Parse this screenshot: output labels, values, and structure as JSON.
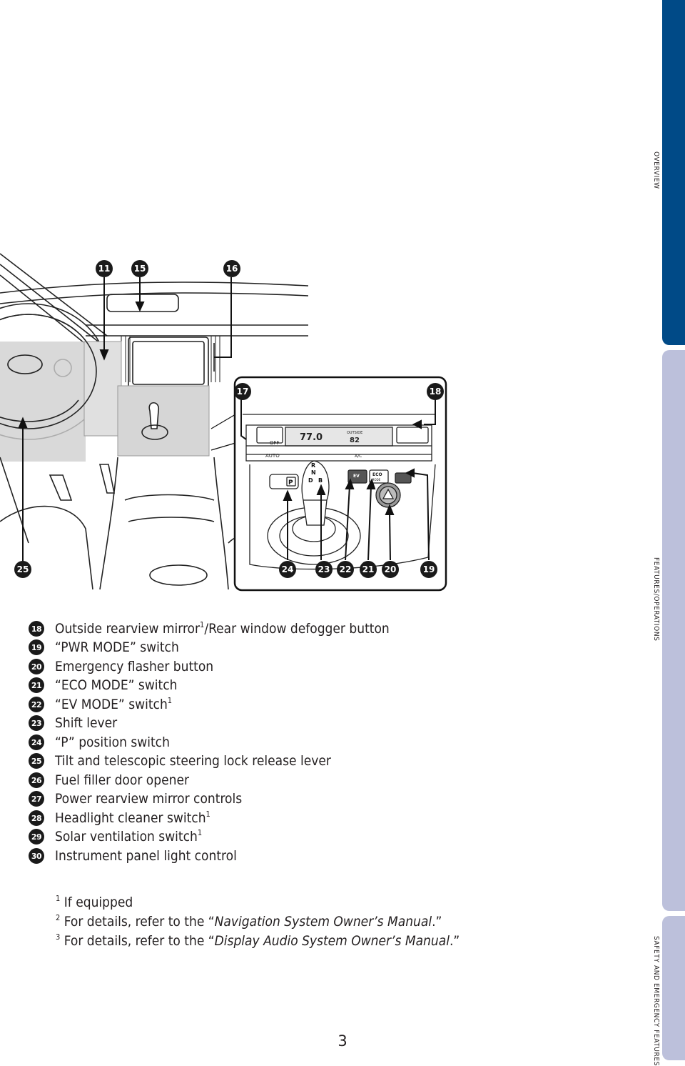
{
  "side_tabs": {
    "overview": "OVERVIEW",
    "features": "FEATURES/OPERATIONS",
    "safety": "SAFETY AND EMERGENCY FEATURES"
  },
  "callouts": {
    "top": [
      "11",
      "15",
      "16"
    ],
    "inset_top": [
      "17",
      "18"
    ],
    "bottom_left": "25",
    "inset_bottom": [
      "24",
      "23",
      "22",
      "21",
      "20",
      "19"
    ]
  },
  "illustration_text": {
    "off": "OFF",
    "auto": "AUTO",
    "ac": "A/C",
    "temp": "77.0",
    "outside": "OUTSIDE",
    "outside_temp": "82",
    "ev": "EV",
    "mode": "MODE",
    "eco": "ECO",
    "p": "P",
    "gear_r": "R",
    "gear_n": "N",
    "gear_d": "D",
    "gear_b": "B"
  },
  "items": [
    {
      "num": "18",
      "text": "Outside rearview mirror",
      "sup": "1",
      "rest": "/Rear window defogger button"
    },
    {
      "num": "19",
      "text": "“PWR MODE” switch"
    },
    {
      "num": "20",
      "text": "Emergency flasher button"
    },
    {
      "num": "21",
      "text": "“ECO MODE” switch"
    },
    {
      "num": "22",
      "text": "“EV MODE” switch",
      "sup": "1"
    },
    {
      "num": "23",
      "text": "Shift lever"
    },
    {
      "num": "24",
      "text": "“P” position switch"
    },
    {
      "num": "25",
      "text": "Tilt and telescopic steering lock release lever"
    },
    {
      "num": "26",
      "text": "Fuel filler door opener"
    },
    {
      "num": "27",
      "text": "Power rearview mirror controls"
    },
    {
      "num": "28",
      "text": "Headlight cleaner switch",
      "sup": "1"
    },
    {
      "num": "29",
      "text": "Solar ventilation switch",
      "sup": "1"
    },
    {
      "num": "30",
      "text": "Instrument panel light control"
    }
  ],
  "footnotes": {
    "f1": {
      "sup": "1",
      "text": " If equipped"
    },
    "f2": {
      "sup": "2",
      "before": " For details, refer to the “",
      "title": "Navigation System Owner’s Manual",
      "after": ".”"
    },
    "f3": {
      "sup": "3",
      "before": " For details, refer to the “",
      "title": "Display Audio System Owner’s Manual",
      "after": ".”"
    }
  },
  "page_number": "3"
}
